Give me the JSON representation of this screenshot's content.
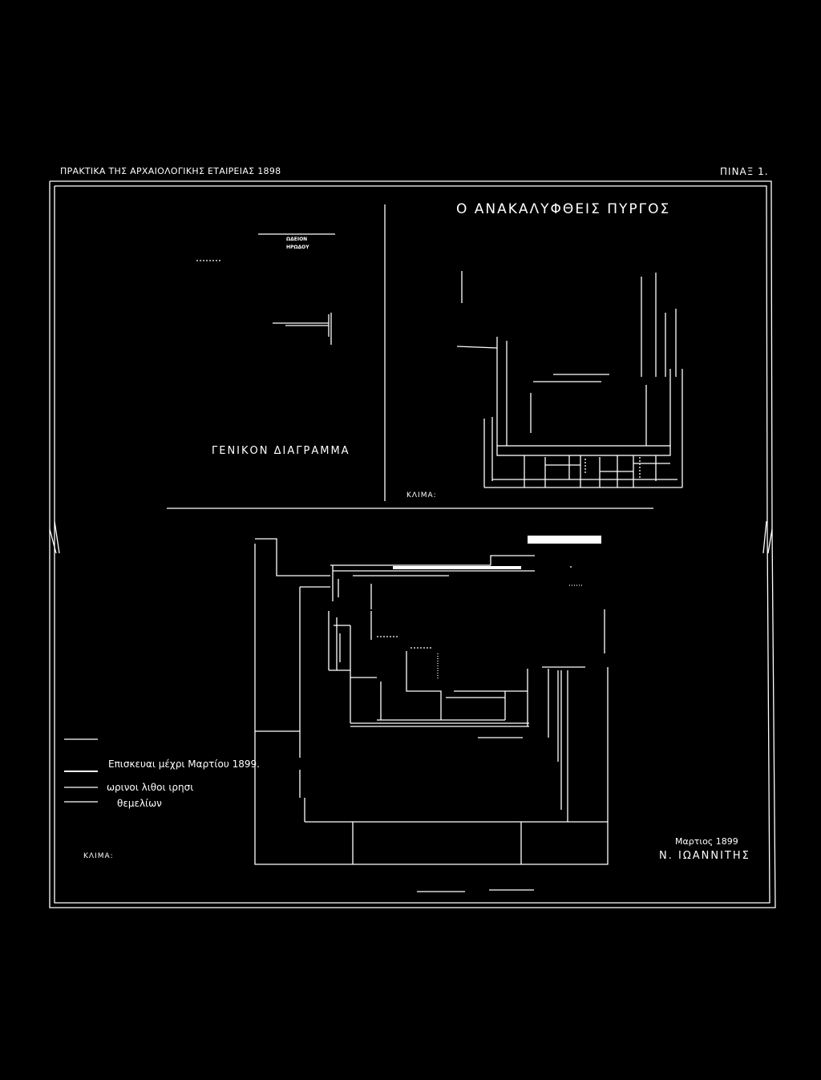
{
  "header": {
    "journal": "ΠΡΑΚΤΙΚΑ ΤΗΣ ΑΡΧΑΙΟΛΟΓΙΚΗΣ ΕΤΑΙΡΕΙΑΣ 1898",
    "plate": "ΠΙΝΑΞ 1."
  },
  "general_plan": {
    "title": "ΓΕΝΙΚΟΝ ΔΙΑΓΡΑΜΜΑ",
    "odeion_line1": "ΩΔΕΙΟΝ",
    "odeion_line2": "ΗΡΩΔΟΥ"
  },
  "tower_plan": {
    "title": "Ο ΑΝΑΚΑΛΥΦΘΕΙΣ ΠΥΡΓΟΣ",
    "scale_label": "ΚΛΙΜΑ:"
  },
  "legend": {
    "item1": "Επισκευαι μέχρι Μαρτίου 1899.",
    "item2": "ωρινοι λιθοι ιρησι",
    "item3": "θεμελίων"
  },
  "detail_plan": {
    "scale_label": "ΚΛΙΜΑ:"
  },
  "signature": {
    "date": "Μαρτιος 1899",
    "author": "Ν. ΙΩΑΝΝΙΤΗΣ"
  },
  "colors": {
    "background": "#000000",
    "ink": "#ffffff"
  }
}
